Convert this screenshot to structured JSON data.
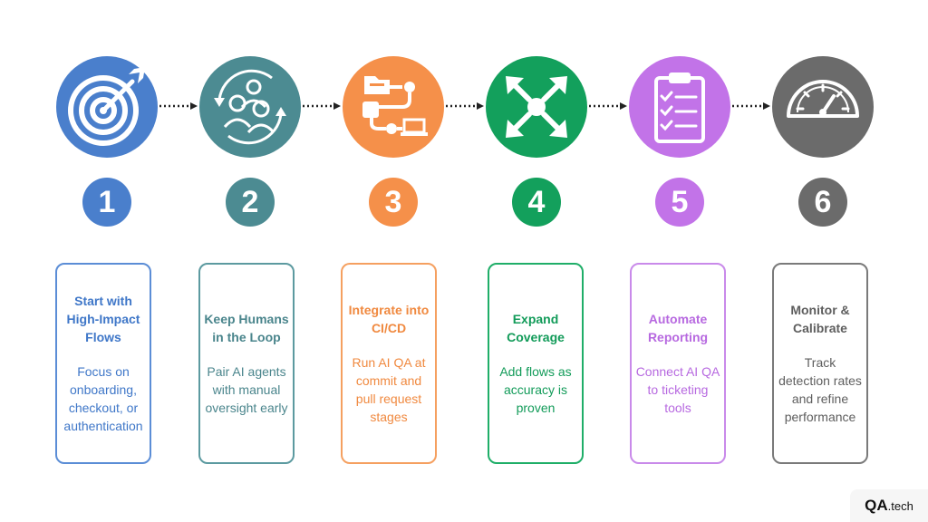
{
  "steps": [
    {
      "number": "1",
      "title": "Start with High-Impact Flows",
      "body": "Focus on onboarding, checkout, or authentication",
      "icon": "target-icon",
      "color": "#4A7FCC",
      "card_border": "#5B8DD6",
      "title_color": "#3F77C8"
    },
    {
      "number": "2",
      "title": "Keep Humans in the Loop",
      "body": "Pair AI agents with manual oversight early",
      "icon": "people-cycle-icon",
      "color": "#4C8B92",
      "card_border": "#5C9AA0",
      "title_color": "#4A858C"
    },
    {
      "number": "3",
      "title": "Integrate into CI/CD",
      "body": "Run AI QA at commit and pull request stages",
      "icon": "workflow-icon",
      "color": "#F5904A",
      "card_border": "#F5A060",
      "title_color": "#F0893F"
    },
    {
      "number": "4",
      "title": "Expand Coverage",
      "body": "Add flows as accuracy is proven",
      "icon": "expand-arrows-icon",
      "color": "#13A05C",
      "card_border": "#1FAE68",
      "title_color": "#129B59"
    },
    {
      "number": "5",
      "title": "Automate Reporting",
      "body": "Connect AI QA to ticketing tools",
      "icon": "checklist-icon",
      "color": "#C273E8",
      "card_border": "#C98AEA",
      "title_color": "#B769E0"
    },
    {
      "number": "6",
      "title": "Monitor & Calibrate",
      "body": "Track detection rates and refine performance",
      "icon": "gauge-icon",
      "color": "#6B6B6B",
      "card_border": "#7A7A7A",
      "title_color": "#5E5E5E"
    }
  ],
  "logo": {
    "main": "QA",
    "suffix": ".tech"
  }
}
